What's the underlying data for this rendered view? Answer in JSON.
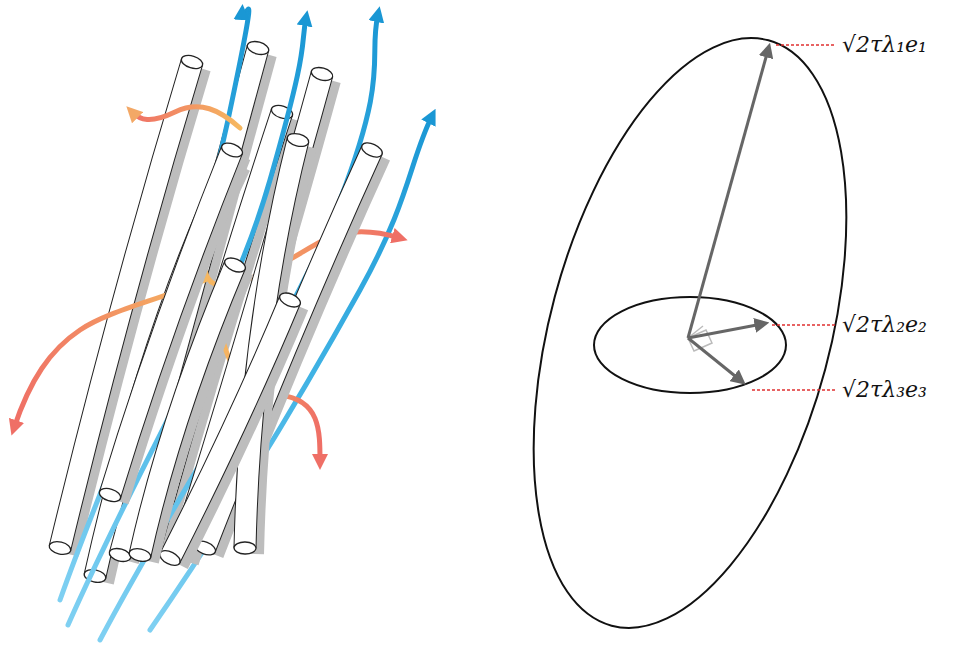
{
  "diagram": {
    "labels": [
      "√2τλ₁e₁",
      "√2τλ₂e₂",
      "√2τλ₃e₃"
    ]
  }
}
